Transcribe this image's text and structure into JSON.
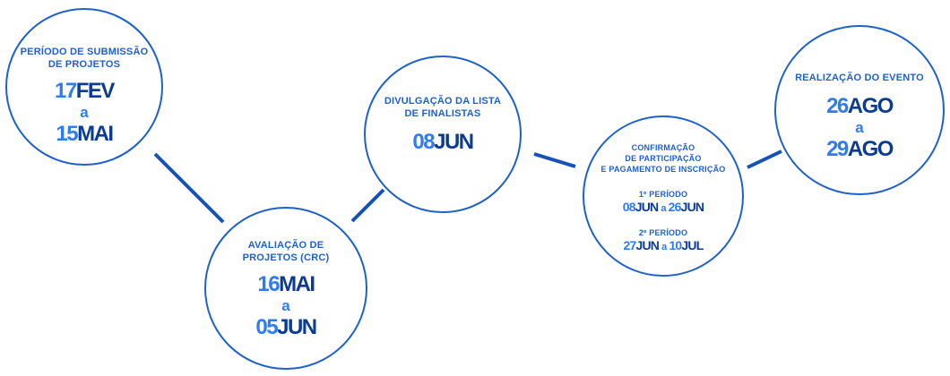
{
  "stages": [
    {
      "label_lines": [
        "Período de submissão",
        "de projetos"
      ],
      "start": {
        "day": "17",
        "month": "FEV"
      },
      "separator": "a",
      "end": {
        "day": "15",
        "month": "MAI"
      }
    },
    {
      "label_lines": [
        "Avaliação de",
        "projetos (CRC)"
      ],
      "start": {
        "day": "16",
        "month": "MAI"
      },
      "separator": "a",
      "end": {
        "day": "05",
        "month": "JUN"
      }
    },
    {
      "label_lines": [
        "Divulgação da lista",
        "de finalistas"
      ],
      "date": {
        "day": "08",
        "month": "JUN"
      }
    },
    {
      "label_lines": [
        "Confirmação",
        "de participação",
        "e pagamento de inscrição"
      ],
      "periods": [
        {
          "label": "1º período",
          "start": {
            "day": "08",
            "month": "JUN"
          },
          "separator": "a",
          "end": {
            "day": "26",
            "month": "JUN"
          }
        },
        {
          "label": "2º período",
          "start": {
            "day": "27",
            "month": "JUN"
          },
          "separator": "a",
          "end": {
            "day": "10",
            "month": "JUL"
          }
        }
      ]
    },
    {
      "label_lines": [
        "Realização do evento"
      ],
      "start": {
        "day": "26",
        "month": "AGO"
      },
      "separator": "a",
      "end": {
        "day": "29",
        "month": "AGO"
      }
    }
  ],
  "colors": {
    "border": "#1e61c9",
    "label": "#1e61c9",
    "day": "#2e7cf2",
    "month": "#0c3c91",
    "connector": "#1452b8"
  }
}
